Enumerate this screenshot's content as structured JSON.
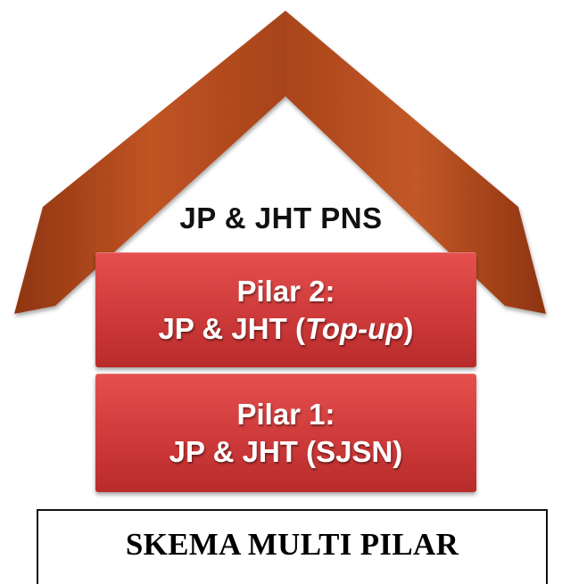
{
  "house": {
    "title": "JP & JHT PNS",
    "roof_color": "#b34a1e"
  },
  "pillars": [
    {
      "heading": "Pilar 2:",
      "text_prefix": "JP & JHT (",
      "text_emphasis": "Top-up",
      "text_suffix": ")",
      "color": "#d23e3d"
    },
    {
      "heading": "Pilar 1:",
      "text": "JP & JHT (SJSN)",
      "color": "#d23e3d"
    }
  ],
  "footer": {
    "label": "SKEMA MULTI PILAR"
  }
}
